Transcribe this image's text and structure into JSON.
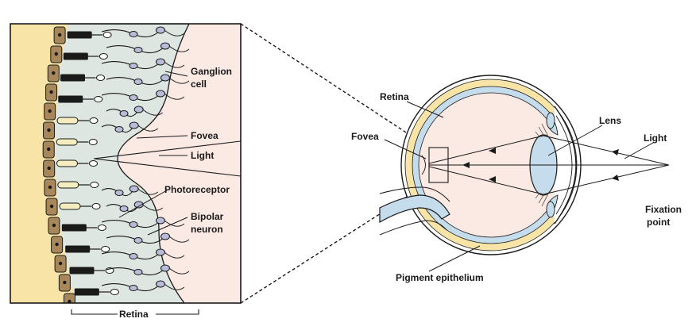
{
  "labels": {
    "ganglion_line1": "Ganglion",
    "ganglion_line2": "cell",
    "fovea_inset": "Fovea",
    "light_inset": "Light",
    "photoreceptor": "Photoreceptor",
    "bipolar_line1": "Bipolar",
    "bipolar_line2": "neuron",
    "retina_bottom": "Retina",
    "retina_eye": "Retina",
    "fovea_eye": "Fovea",
    "lens": "Lens",
    "light_eye": "Light",
    "fixation_line1": "Fixation",
    "fixation_line2": "point",
    "pigment_epithelium": "Pigment epithelium"
  },
  "colors": {
    "pigment": "#f7e4a6",
    "retina_layer": "#dde6e0",
    "vitreous": "#fbe9e4",
    "eye_blue": "#c5dcec",
    "cone_fill": "#f5edc0",
    "rod_fill": "#1a1a1a",
    "neuron_fill": "#b8bcd8",
    "outline": "#1a1a1a"
  }
}
